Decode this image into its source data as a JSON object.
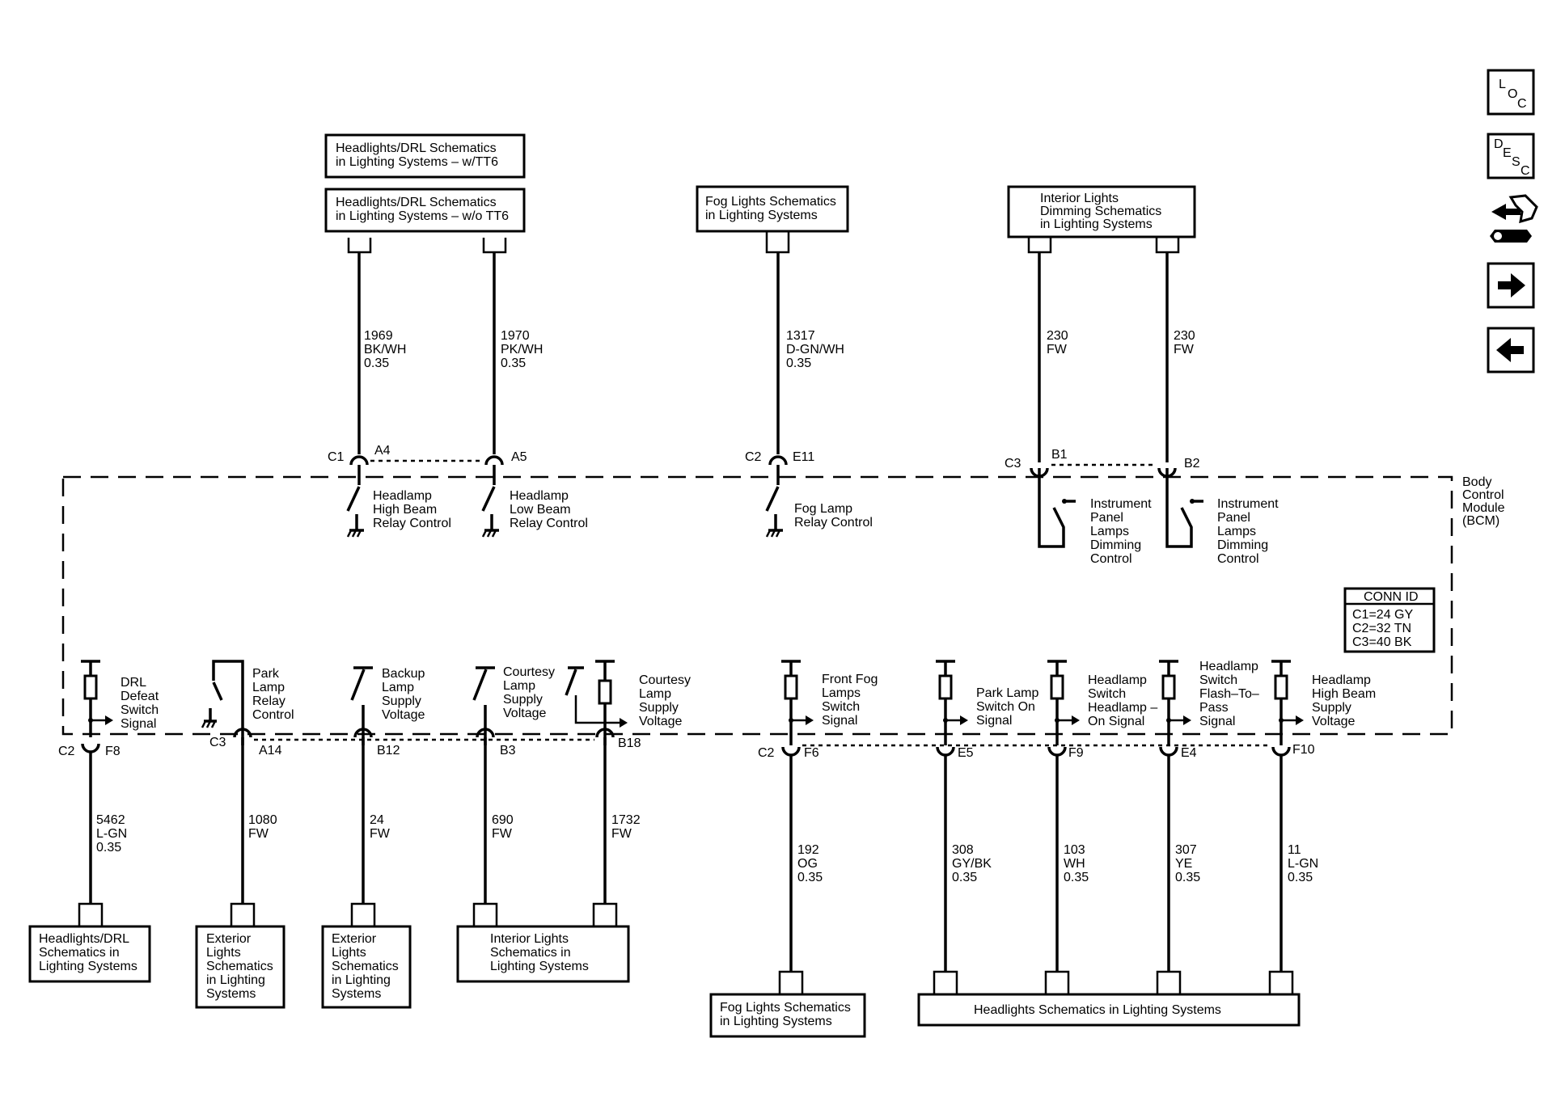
{
  "nav": {
    "loc": [
      "L",
      "O",
      "C"
    ],
    "desc": [
      "D",
      "E",
      "S",
      "C"
    ],
    "icons": [
      "loc-icon",
      "desc-icon",
      "connector-wrench-icon",
      "arrow-right-icon",
      "arrow-left-icon"
    ]
  },
  "top_refs": {
    "hdrl_w": [
      "Headlights/DRL Schematics",
      "in Lighting Systems – w/TT6"
    ],
    "hdrl_wo": [
      "Headlights/DRL Schematics",
      "in Lighting Systems – w/o TT6"
    ],
    "fog": [
      "Fog Lights Schematics",
      "in Lighting Systems"
    ],
    "interior": [
      "Interior Lights",
      "Dimming Schematics",
      "in Lighting Systems"
    ]
  },
  "top_wires": [
    {
      "circuit": "1969",
      "color": "BK/WH",
      "size": "0.35"
    },
    {
      "circuit": "1970",
      "color": "PK/WH",
      "size": "0.35"
    },
    {
      "circuit": "1317",
      "color": "D-GN/WH",
      "size": "0.35"
    },
    {
      "circuit": "230",
      "color": "FW"
    },
    {
      "circuit": "230",
      "color": "FW"
    }
  ],
  "top_pins": {
    "c1": "C1",
    "a4": "A4",
    "a5": "A5",
    "c2": "C2",
    "e11": "E11",
    "c3": "C3",
    "b1": "B1",
    "b2": "B2"
  },
  "module": {
    "name": [
      "Body",
      "Control",
      "Module",
      "(BCM)"
    ]
  },
  "conn_id": {
    "title": "CONN ID",
    "rows": [
      "C1=24 GY",
      "C2=32 TN",
      "C3=40 BK"
    ]
  },
  "top_funcs": {
    "high_beam": [
      "Headlamp",
      "High Beam",
      "Relay Control"
    ],
    "low_beam": [
      "Headlamp",
      "Low Beam",
      "Relay Control"
    ],
    "fog_relay": [
      "Fog Lamp",
      "Relay Control"
    ],
    "ip_dim_1": [
      "Instrument",
      "Panel",
      "Lamps",
      "Dimming",
      "Control"
    ],
    "ip_dim_2": [
      "Instrument",
      "Panel",
      "Lamps",
      "Dimming",
      "Control"
    ]
  },
  "bottom_funcs": {
    "drl": [
      "DRL",
      "Defeat",
      "Switch",
      "Signal"
    ],
    "park_relay": [
      "Park",
      "Lamp",
      "Relay",
      "Control"
    ],
    "backup": [
      "Backup",
      "Lamp",
      "Supply",
      "Voltage"
    ],
    "courtesy1": [
      "Courtesy",
      "Lamp",
      "Supply",
      "Voltage"
    ],
    "courtesy2": [
      "Courtesy",
      "Lamp",
      "Supply",
      "Voltage"
    ],
    "front_fog": [
      "Front Fog",
      "Lamps",
      "Switch",
      "Signal"
    ],
    "park_switch": [
      "Park Lamp",
      "Switch On",
      "Signal"
    ],
    "hl_on": [
      "Headlamp",
      "Switch",
      "Headlamp –",
      "On Signal"
    ],
    "flash": [
      "Headlamp",
      "Switch",
      "Flash–To–",
      "Pass",
      "Signal"
    ],
    "high_supply": [
      "Headlamp",
      "High Beam",
      "Supply",
      "Voltage"
    ]
  },
  "bottom_pins": {
    "c2a": "C2",
    "f8": "F8",
    "c3": "C3",
    "a14": "A14",
    "b12": "B12",
    "b3": "B3",
    "b18": "B18",
    "c2b": "C2",
    "f6": "F6",
    "e5": "E5",
    "f9": "F9",
    "e4": "E4",
    "f10": "F10"
  },
  "bottom_wires": [
    {
      "circuit": "5462",
      "color": "L-GN",
      "size": "0.35"
    },
    {
      "circuit": "1080",
      "color": "FW"
    },
    {
      "circuit": "24",
      "color": "FW"
    },
    {
      "circuit": "690",
      "color": "FW"
    },
    {
      "circuit": "1732",
      "color": "FW"
    },
    {
      "circuit": "192",
      "color": "OG",
      "size": "0.35"
    },
    {
      "circuit": "308",
      "color": "GY/BK",
      "size": "0.35"
    },
    {
      "circuit": "103",
      "color": "WH",
      "size": "0.35"
    },
    {
      "circuit": "307",
      "color": "YE",
      "size": "0.35"
    },
    {
      "circuit": "11",
      "color": "L-GN",
      "size": "0.35"
    }
  ],
  "bottom_refs": {
    "hdrl": [
      "Headlights/DRL",
      "Schematics in",
      "Lighting Systems"
    ],
    "ext1": [
      "Exterior",
      "Lights",
      "Schematics",
      "in Lighting",
      "Systems"
    ],
    "ext2": [
      "Exterior",
      "Lights",
      "Schematics",
      "in Lighting",
      "Systems"
    ],
    "interior": [
      "Interior Lights",
      "Schematics in",
      "Lighting Systems"
    ],
    "fog": [
      "Fog Lights Schematics",
      "in Lighting Systems"
    ],
    "headlights": [
      "Headlights Schematics in Lighting Systems"
    ]
  }
}
